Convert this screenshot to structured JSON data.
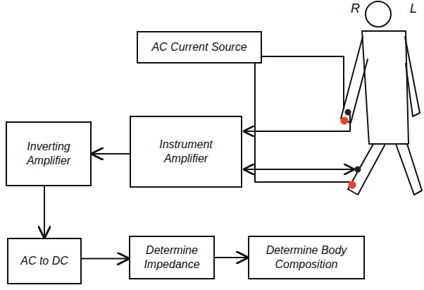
{
  "diagram": {
    "nodes": [
      {
        "text": [
          "AC Current Source"
        ]
      },
      {
        "text": [
          "Inverting Amplifier"
        ]
      },
      {
        "text": [
          "Instrument Amplifier"
        ]
      },
      {
        "text": [
          "AC to DC"
        ]
      },
      {
        "text": [
          "Determine Impedance"
        ]
      },
      {
        "text": [
          "Determine Body Composition"
        ]
      }
    ],
    "edges": [
      {
        "from": 2,
        "to": 1,
        "arrow": "to"
      },
      {
        "from": 1,
        "to": 3,
        "arrow": "to"
      },
      {
        "from": 3,
        "to": 4,
        "arrow": "to"
      },
      {
        "from": 4,
        "to": 5,
        "arrow": "to"
      }
    ],
    "labels": [
      "R",
      "L"
    ]
  }
}
